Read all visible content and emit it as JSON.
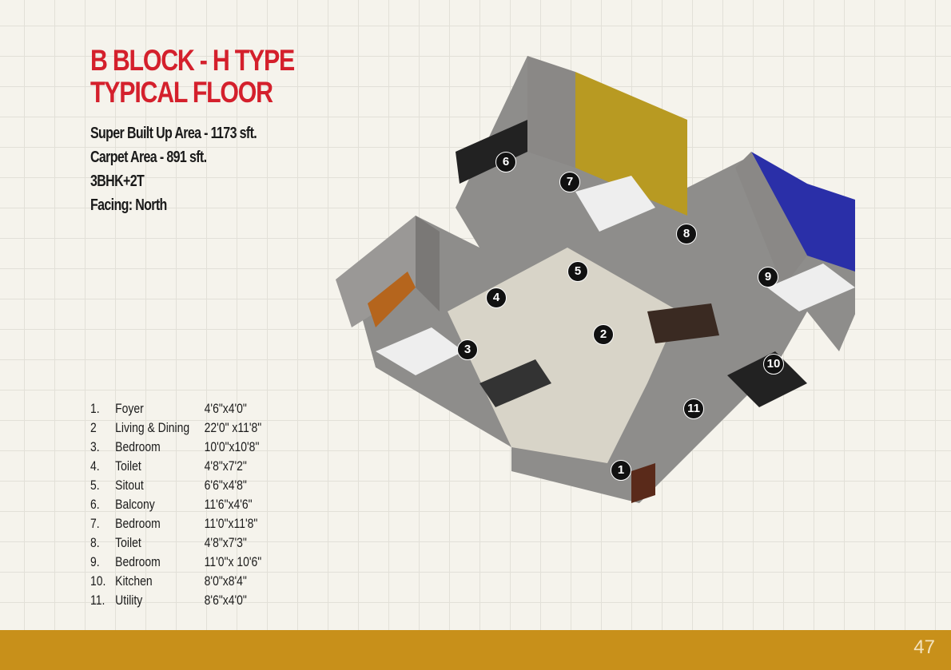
{
  "title": {
    "line1": "B BLOCK - H TYPE",
    "line2": "TYPICAL FLOOR"
  },
  "specs": [
    "Super Built Up Area - 1173 sft.",
    "Carpet Area - 891 sft.",
    "3BHK+2T",
    "Facing: North"
  ],
  "rooms": [
    {
      "num": "1.",
      "name": "Foyer",
      "size": "4'6\"x4'0\""
    },
    {
      "num": "2",
      "name": "Living & Dining",
      "size": "22'0\" x11'8\""
    },
    {
      "num": "3.",
      "name": "Bedroom",
      "size": "10'0\"x10'8\""
    },
    {
      "num": "4.",
      "name": "Toilet",
      "size": "4'8\"x7'2\""
    },
    {
      "num": "5.",
      "name": "Sitout",
      "size": "6'6\"x4'8\""
    },
    {
      "num": "6.",
      "name": "Balcony",
      "size": "11'6\"x4'6\""
    },
    {
      "num": "7.",
      "name": "Bedroom",
      "size": "11'0\"x11'8\""
    },
    {
      "num": "8.",
      "name": "Toilet",
      "size": "4'8\"x7'3\""
    },
    {
      "num": "9.",
      "name": "Bedroom",
      "size": "11'0\"x 10'6\""
    },
    {
      "num": "10.",
      "name": "Kitchen",
      "size": "8'0\"x8'4\""
    },
    {
      "num": "11.",
      "name": "Utility",
      "size": "8'6\"x4'0\""
    }
  ],
  "markers": [
    "1",
    "2",
    "3",
    "4",
    "5",
    "6",
    "7",
    "8",
    "9",
    "10",
    "11"
  ],
  "page_number": "47",
  "colors": {
    "title": "#d4202c",
    "footer": "#c8901a"
  }
}
